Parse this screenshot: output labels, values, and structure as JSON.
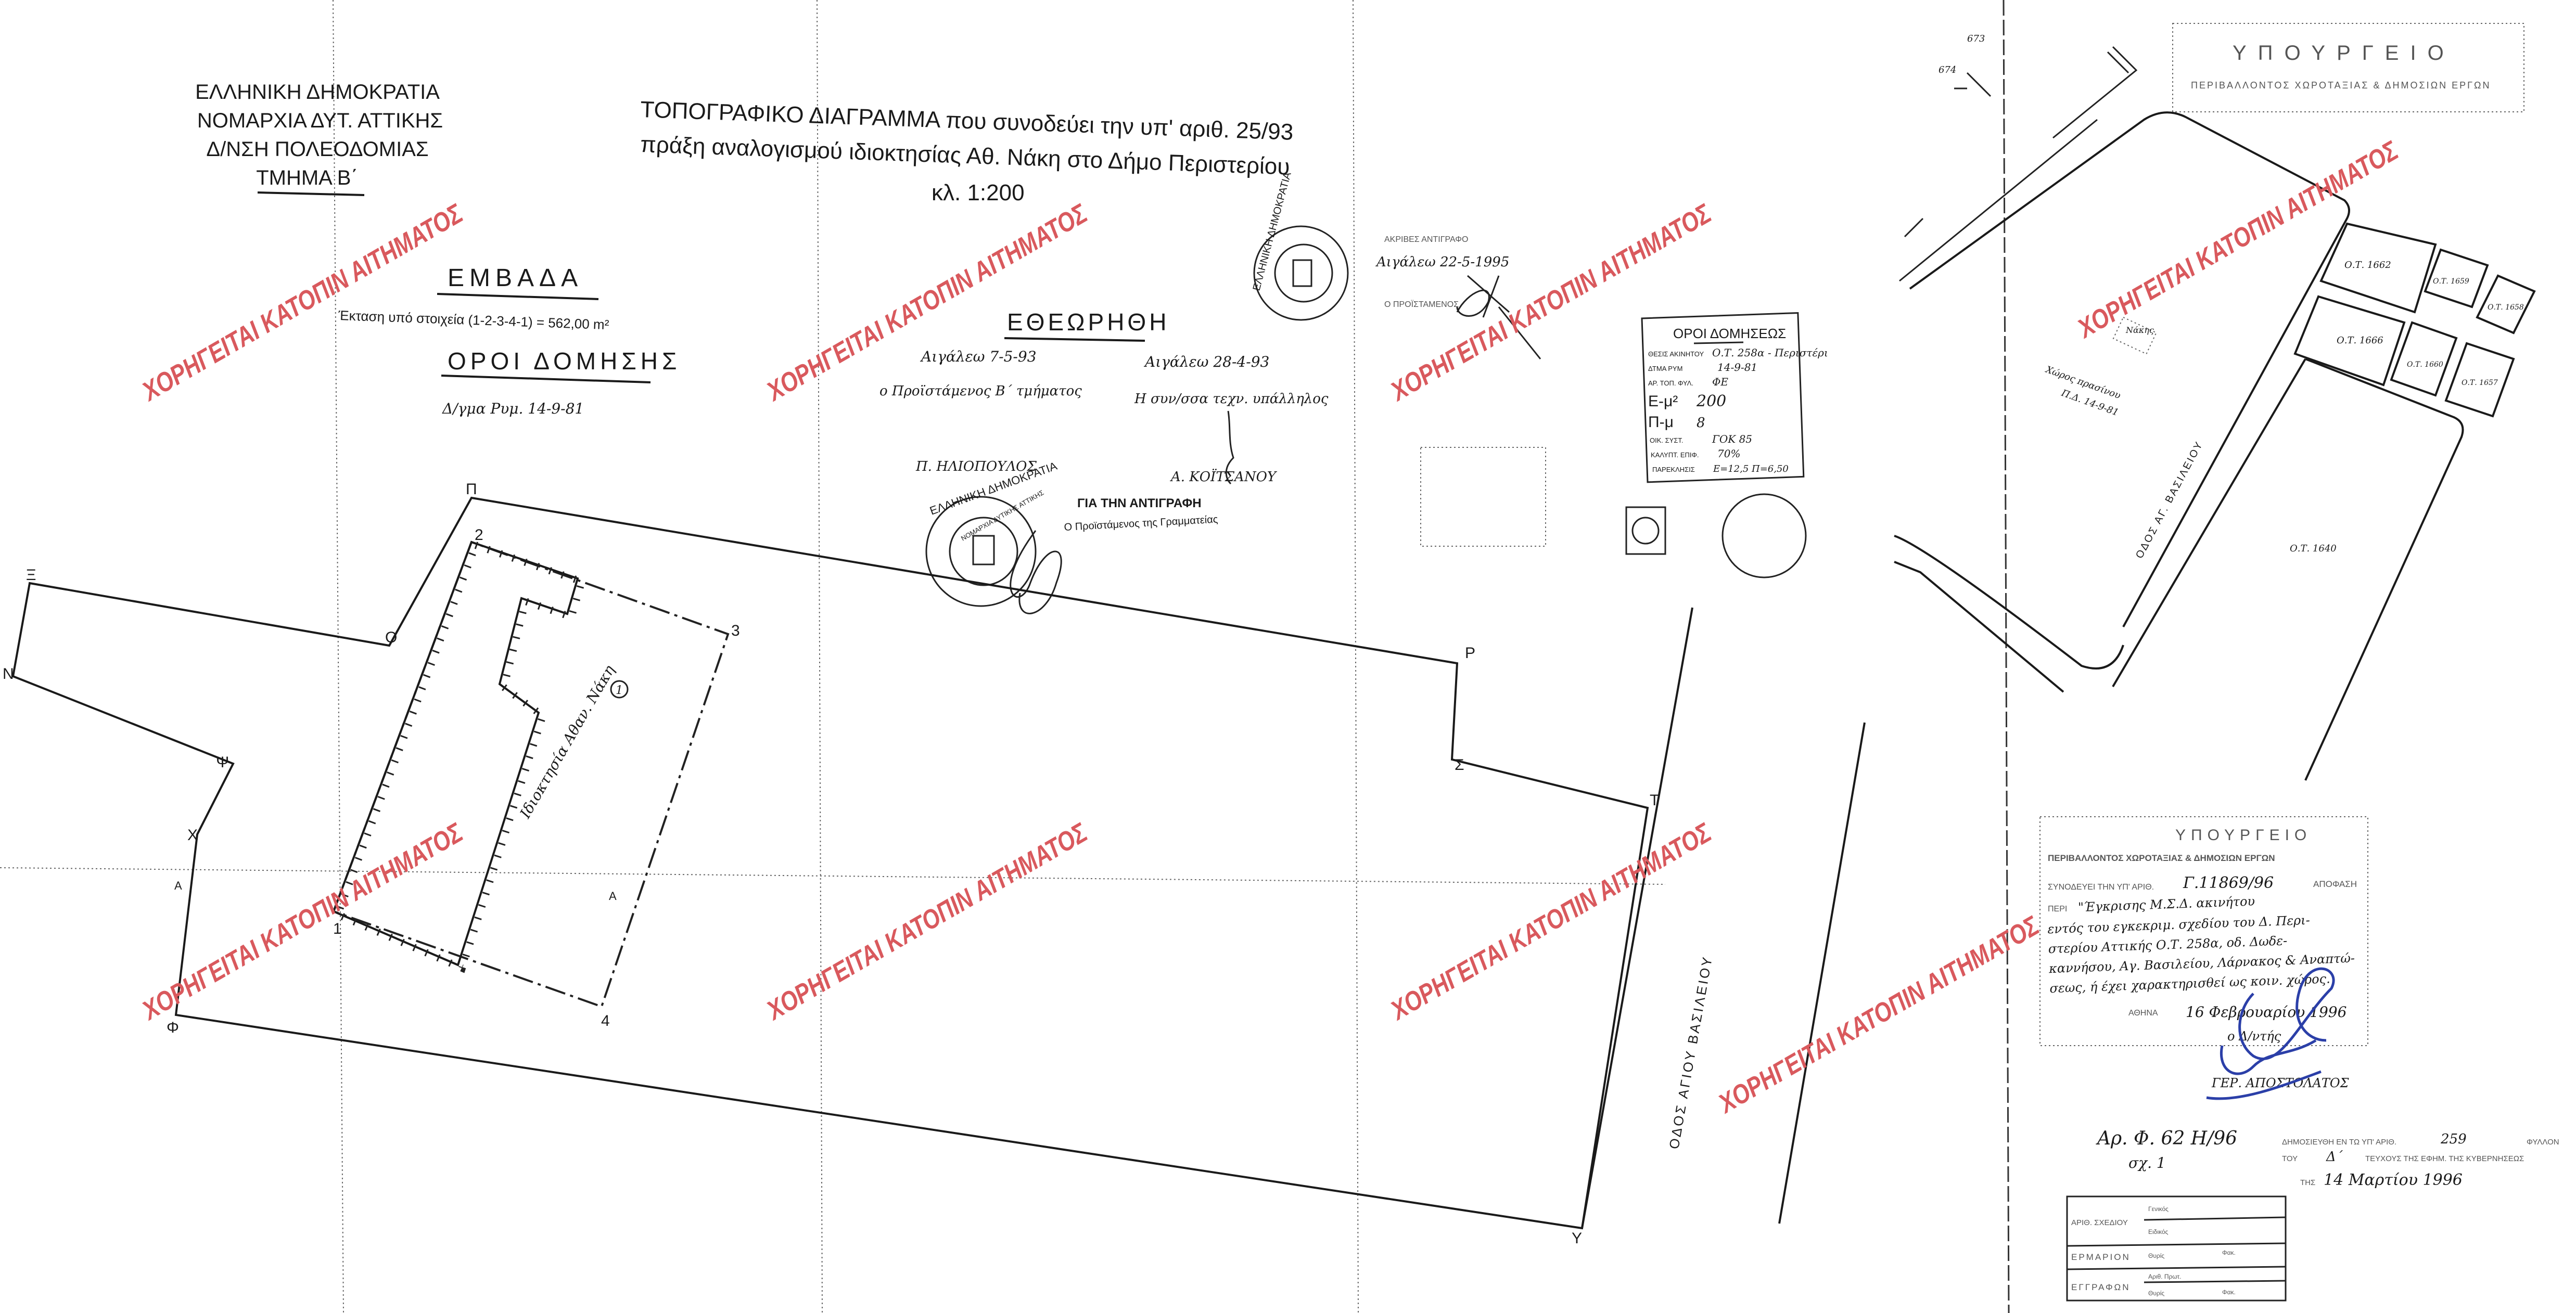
{
  "header": {
    "lines": [
      "ΕΛΛΗΝΙΚΗ ΔΗΜΟΚΡΑΤΙΑ",
      "ΝΟΜΑΡΧΙΑ ΔΥΤ. ΑΤΤΙΚΗΣ",
      "Δ/ΝΣΗ ΠΟΛΕΟΔΟΜΙΑΣ",
      "ΤΜΗΜΑ Β΄"
    ]
  },
  "title": {
    "line1": "ΤΟΠΟΓΡΑΦΙΚΟ ΔΙΑΓΡΑΜΜΑ που συνοδεύει την υπ' αριθ. 25/93",
    "line2": "πράξη αναλογισμού ιδιοκτησίας Αθ. Νάκη στο Δήμο Περιστερίου",
    "scale": "κλ. 1:200"
  },
  "areas": {
    "heading": "ΕΜΒΑΔΑ",
    "text": "Έκταση υπό στοιχεία (1-2-3-4-1) = 562,00 m²",
    "terms_heading": "ΟΡΟΙ ΔΟΜΗΣΗΣ",
    "terms_text": "Δ/γμα Ρυμ. 14-9-81"
  },
  "approval": {
    "heading": "ΕΘΕΩΡΗΘΗ",
    "left_place_date": "Αιγάλεω 7-5-93",
    "left_role": "ο Προϊστάμενος Β΄ τμήματος",
    "left_name": "Π. ΗΛΙΟΠΟΥΛΟΣ",
    "right_place_date": "Αιγάλεω 28-4-93",
    "right_role": "Η συν/σσα τεχν. υπάλληλος",
    "right_name": "Α. ΚΟΪΤΣΑΝΟΥ",
    "copy_stamp_1": "ΓΙΑ ΤΗΝ ΑΝΤΙΓΡΑΦΗ",
    "copy_stamp_2": "Ο Προϊστάμενος της Γραμματείας"
  },
  "seals": {
    "seal_1": "ΕΛΛΗΝΙΚΗ ΔΗΜΟΚΡΑΤΙΑ",
    "seal_1_inner": "ΝΟΜΑΡΧΙΑ ΔΥΤΙΚΗΣ ΑΤΤΙΚΗΣ",
    "seal_2": "ΕΛΛΗΝΙΚΗ ΔΗΜΟΚΡΑΤΙΑ"
  },
  "date_stamp": {
    "line1": "ΑΚΡΙΒΕΣ ΑΝΤΙΓΡΑΦΟ",
    "line2": "Αιγάλεω 22-5-1995",
    "line3": "Ο ΠΡΟΪΣΤΑΜΕΝΟΣ"
  },
  "plot": {
    "vertices": [
      "Ξ",
      "Ο",
      "Π",
      "Ρ",
      "Σ",
      "Τ",
      "Υ",
      "Φ",
      "Χ",
      "Ψ",
      "Ν"
    ],
    "points": [
      "1",
      "2",
      "3",
      "4"
    ],
    "parcel_label": "Ιδιοκτησία Αθαν. Νάκη",
    "parcel_number": "1",
    "side_marks": [
      "Α",
      "Α"
    ],
    "street": "ΟΔΟΣ ΑΓΙΟΥ ΒΑΣΙΛΕΙΟΥ"
  },
  "building_terms_stamp": {
    "heading": "ΟΡΟΙ ΔΟΜΗΣΕΩΣ",
    "rows": [
      {
        "label": "ΘΕΣΙΣ ΑΚΙΝΗΤΟΥ",
        "value": "Ο.Τ. 258α - Περιστέρι"
      },
      {
        "label": "ΔΤΜΑ ΡΥΜ",
        "value": "14-9-81"
      },
      {
        "label": "ΑΡ. ΤΟΠ. ΦΥΛ.",
        "value": "ΦΕ"
      },
      {
        "label": "Ε-μ²",
        "value": "200"
      },
      {
        "label": "Π-μ",
        "value": "8"
      },
      {
        "label": "ΟΙΚ. ΣΥΣΤ.",
        "value": "ΓΟΚ 85"
      },
      {
        "label": "ΚΑΛΥΠΤ. ΕΠΙΦ.",
        "value": "70%"
      },
      {
        "label": "ΠΑΡΕΚΛΗΣΙΣ",
        "value": "Ε=12,5  Π=6,50"
      }
    ]
  },
  "location_map": {
    "ministry_1": "ΥΠΟΥΡΓΕΙΟ",
    "ministry_2": "ΠΕΡΙΒΑΛΛΟΝΤΟΣ ΧΩΡΟΤΑΞΙΑΣ & ΔΗΜΟΣΙΩΝ ΕΡΓΩΝ",
    "blocks": [
      {
        "label": "673"
      },
      {
        "label": "674"
      },
      {
        "label": "Ο.Τ. 1662"
      },
      {
        "label": "Ο.Τ. 1659"
      },
      {
        "label": "Ο.Τ. 1658"
      },
      {
        "label": "Ο.Τ. 1666"
      },
      {
        "label": "Ο.Τ. 1660"
      },
      {
        "label": "Ο.Τ. 1657"
      },
      {
        "label": "Ο.Τ. 1640"
      }
    ],
    "owner": "Νάκης",
    "green_1": "Χώρος πρασίνου",
    "green_2": "Π.Δ. 14-9-81",
    "street": "ΟΔΟΣ ΑΓ. ΒΑΣΙΛΕΙΟΥ"
  },
  "decision_stamp": {
    "ministry_1": "ΥΠΟΥΡΓΕΙΟ",
    "ministry_2": "ΠΕΡΙΒΑΛΛΟΝΤΟΣ ΧΩΡΟΤΑΞΙΑΣ & ΔΗΜΟΣΙΩΝ ΕΡΓΩΝ",
    "accompanies": "ΣΥΝΟΔΕΥΕΙ ΤΗΝ ΥΠ' ΑΡΙΘ.",
    "number": "Γ.11869/96",
    "decision": "ΑΠΟΦΑΣΗ",
    "about": "ΠΕΡΙ",
    "body": [
      "\"Έγκρισης Μ.Σ.Δ. ακινήτου",
      "εντός του εγκεκριμ. σχεδίου του Δ. Περι-",
      "στερίου Αττικής Ο.Τ. 258α, οδ. Δωδε-",
      "καννήσου, Αγ. Βασιλείου, Λάρνακος & Αναπτώ-",
      "σεως, ή έχει χαρακτηρισθεί ως κοιν. χώρος."
    ],
    "city": "ΑΘΗΝΑ",
    "date": "16 Φεβρουαρίου 1996",
    "role": "ο Δ/ντής",
    "signer": "ΓΕΡ. ΑΠΟΣΤΟΛΑΤΟΣ"
  },
  "file_ref": {
    "number": "Αρ. Φ. 62 Η/96",
    "sheet": "σχ. 1"
  },
  "publication": {
    "line1_a": "ΔΗΜΟΣΙΕΥΘΗ ΕΝ ΤΩ ΥΠ' ΑΡΙΘ.",
    "issue": "259",
    "line1_b": "ΦΥΛΛΟΝ",
    "line2_a": "ΤΟΥ",
    "series": "Δ΄",
    "line2_b": "ΤΕΥΧΟΥΣ ΤΗΣ ΕΦΗΜ. ΤΗΣ ΚΥΒΕΡΝΗΣΕΩΣ",
    "line3_a": "ΤΗΣ",
    "date": "14 Μαρτίου 1996"
  },
  "archive_table": {
    "row1_label": "ΑΡΙΘ. ΣΧΕΔΙΟΥ",
    "row1_a": "Γενικός",
    "row1_b": "Ειδικός",
    "row2_label": "ΕΡΜΑΡΙΟΝ",
    "row2_a": "Θυρίς",
    "row2_b": "Φακ.",
    "row3_label": "ΕΓΓΡΑΦΩΝ",
    "row3_a": "Αριθ. Πρωτ.",
    "row3_b": "Θυρίς",
    "row3_c": "Φακ."
  },
  "watermark": "ΧΟΡΗΓΕΙΤΑΙ ΚΑΤΟΠΙΝ ΑΙΤΗΜΑΤΟΣ",
  "colors": {
    "watermark": "#d9595d",
    "ink": "#1a1a1a",
    "signature": "#2b3fa8"
  }
}
